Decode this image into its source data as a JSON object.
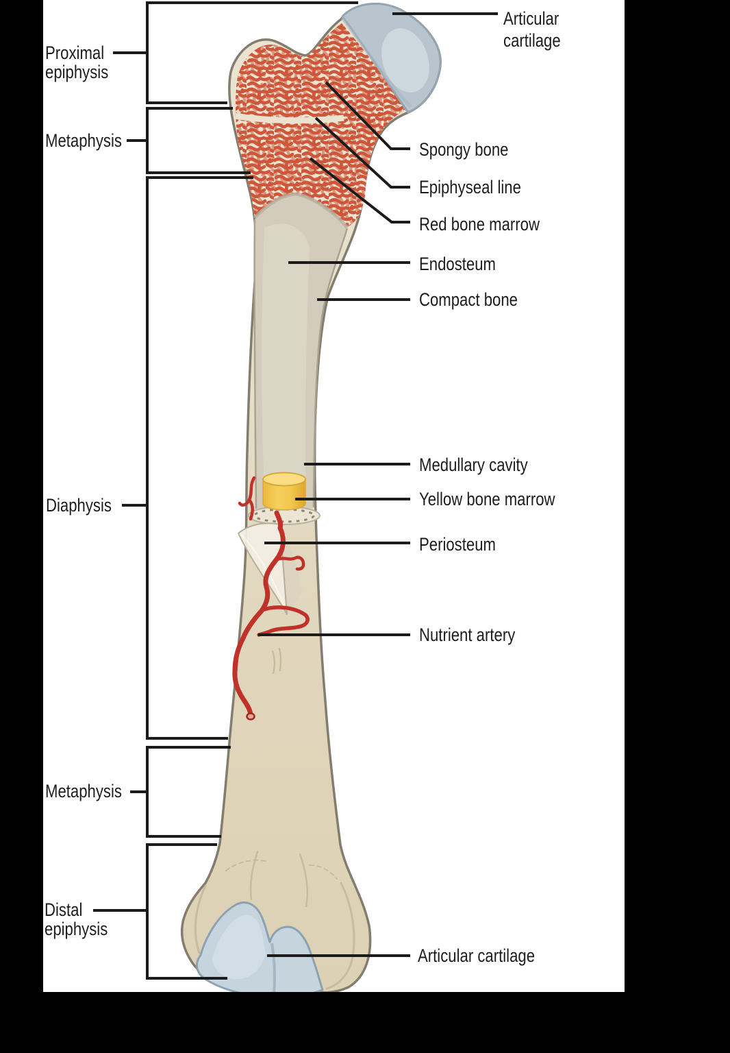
{
  "diagram": {
    "left_labels": [
      {
        "id": "proximal-epiphysis",
        "text": "Proximal\nepiphysis"
      },
      {
        "id": "metaphysis-upper",
        "text": "Metaphysis"
      },
      {
        "id": "diaphysis",
        "text": "Diaphysis"
      },
      {
        "id": "metaphysis-lower",
        "text": "Metaphysis"
      },
      {
        "id": "distal-epiphysis",
        "text": "Distal\nepiphysis"
      }
    ],
    "right_labels": [
      {
        "id": "articular-cartilage-top",
        "text": "Articular cartilage"
      },
      {
        "id": "spongy-bone",
        "text": "Spongy bone"
      },
      {
        "id": "epiphyseal-line",
        "text": "Epiphyseal line"
      },
      {
        "id": "red-bone-marrow",
        "text": "Red bone marrow"
      },
      {
        "id": "endosteum",
        "text": "Endosteum"
      },
      {
        "id": "compact-bone",
        "text": "Compact bone"
      },
      {
        "id": "medullary-cavity",
        "text": "Medullary cavity"
      },
      {
        "id": "yellow-bone-marrow",
        "text": "Yellow bone marrow"
      },
      {
        "id": "periosteum",
        "text": "Periosteum"
      },
      {
        "id": "nutrient-artery",
        "text": "Nutrient artery"
      },
      {
        "id": "articular-cartilage-bottom",
        "text": "Articular cartilage"
      }
    ],
    "colors": {
      "pointer_line_black": "#1b1b1b",
      "bone_cream": "#ece4d2",
      "bone_tan": "#ddd1b5",
      "bone_outline_gray": "#827d6e",
      "spongy_bone_red": "#ce563a",
      "articular_cartilage_blue": "#b9c5ce",
      "distal_cartilage_blue": "#c6d4de",
      "medullary_cavity_gray": "#d3ccbc",
      "yellow_marrow": "#f3c84e",
      "nutrient_artery_red": "#c0312a",
      "periosteum_white": "#f3eee2"
    }
  }
}
